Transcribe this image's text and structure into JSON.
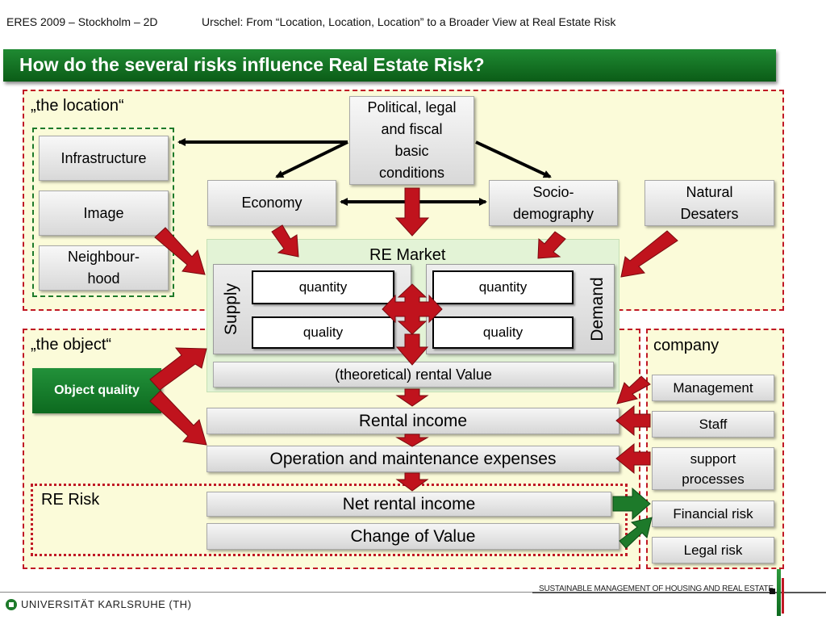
{
  "header": {
    "left": "ERES 2009 – Stockholm – 2D",
    "right": "Urschel: From “Location, Location, Location” to a Broader View at Real Estate Risk"
  },
  "title": "How do the several risks influence Real Estate Risk?",
  "regions": {
    "location": "„the location“",
    "object": "„the object“",
    "company": "company",
    "re_risk": "RE Risk"
  },
  "location_boxes": {
    "infrastructure": "Infrastructure",
    "image": "Image",
    "neighbourhood": "Neighbour-\nhood"
  },
  "drivers": {
    "political": "Political, legal\nand fiscal\nbasic\nconditions",
    "economy": "Economy",
    "socio": "Socio-\ndemography",
    "natural": "Natural\nDesaters"
  },
  "market": {
    "label": "RE Market",
    "supply": "Supply",
    "demand": "Demand",
    "supply_quantity": "quantity",
    "supply_quality": "quality",
    "demand_quantity": "quantity",
    "demand_quality": "quality"
  },
  "object_quality": "Object quality",
  "chain": {
    "theoretical_rental": "(theoretical) rental Value",
    "rental_income": "Rental income",
    "operation": "Operation and maintenance expenses",
    "net_rental": "Net rental income",
    "change_value": "Change of Value"
  },
  "company_items": {
    "management": "Management",
    "staff": "Staff",
    "support": "support\nprocesses",
    "financial": "Financial risk",
    "legal": "Legal risk"
  },
  "footer": {
    "university": "UNIVERSITÄT KARLSRUHE (TH)",
    "tagline": "SUSTAINABLE MANAGEMENT OF HOUSING AND REAL ESTATE"
  },
  "colors": {
    "title_green": "#137a26",
    "arrow_red": "#c0131d",
    "arrow_green": "#1d7a2a",
    "dashed_red": "#c01825",
    "panel_fill": "#fbfbd9"
  }
}
